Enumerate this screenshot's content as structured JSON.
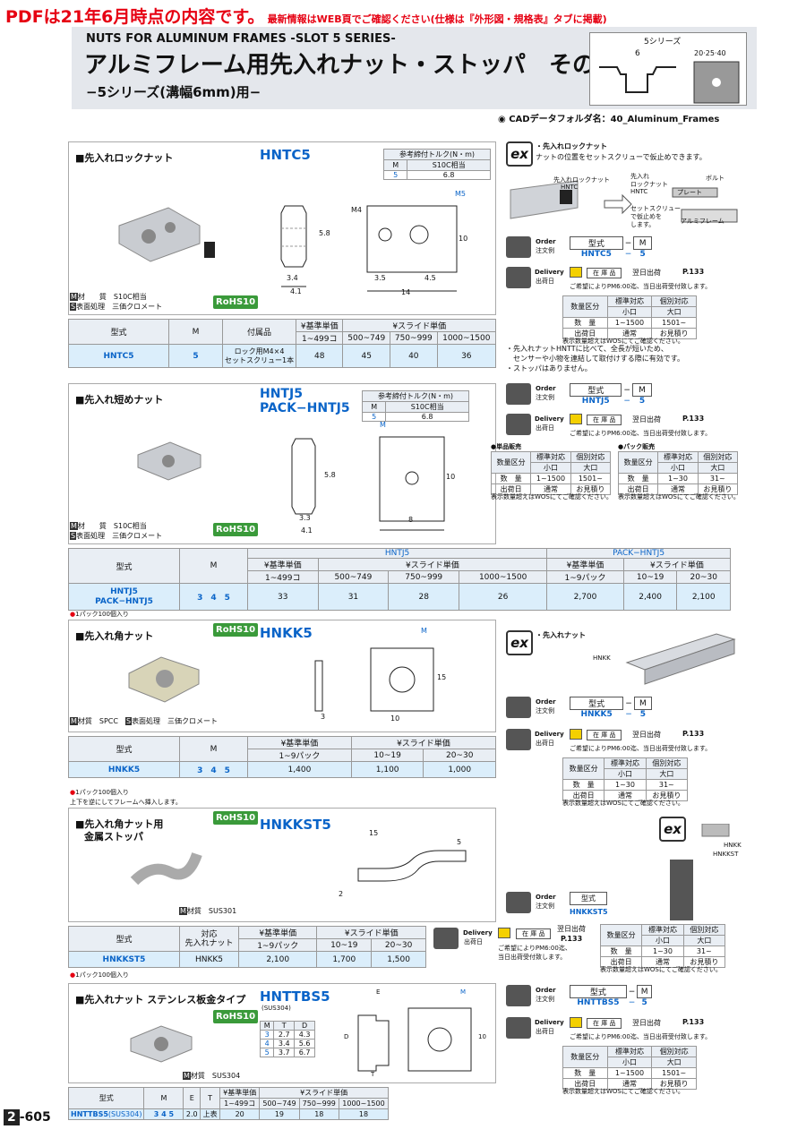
{
  "notice": {
    "main": "PDFは21年6月時点の内容です。",
    "sub": "最新情報はWEB頁でご確認ください(仕様は『外形図・規格表』タブに掲載)"
  },
  "header": {
    "english": "NUTS FOR ALUMINUM FRAMES -SLOT 5 SERIES-",
    "title": "アルミフレーム用先入れナット・ストッパ　その他",
    "subtitle": "−5シリーズ(溝幅6mm)用−",
    "series_box": {
      "label": "5シリーズ",
      "dim": "6",
      "sizes": "20·25·40"
    }
  },
  "cad": {
    "label": "CADデータフォルダ名：40_Aluminum_Frames"
  },
  "s1": {
    "title": "■先入れロックナット",
    "model": "HNTC5",
    "material": "材　　質　S10C相当",
    "surface": "表面処理　三価クロメート",
    "rohs": "RoHS10",
    "torque": {
      "title": "参考締付トルク(N・m)",
      "h1": "M",
      "h2": "S10C相当",
      "m": "5",
      "v": "6.8"
    },
    "dims": {
      "m4": "M4",
      "m5": "M5",
      "d58": "5.8",
      "d10": "10",
      "d34": "3.4",
      "d41": "4.1",
      "d35": "3.5",
      "d45": "4.5",
      "d14": "14"
    },
    "table": {
      "h_type": "型式",
      "h_m": "M",
      "h_acc": "付属品",
      "h_std": "¥基準単価",
      "h_slide": "¥スライド単価",
      "q1": "1~499コ",
      "q2": "500~749",
      "q3": "750~999",
      "q4": "1000~1500",
      "type": "HNTC5",
      "m": "5",
      "acc1": "ロック用M4×4",
      "acc2": "セットスクリュー1本",
      "p1": "48",
      "p2": "45",
      "p3": "40",
      "p4": "36"
    }
  },
  "s1r": {
    "ex": "ex",
    "ex_title": "・先入れロックナット",
    "ex_desc": "ナットの位置をセットスクリューで仮止めできます。",
    "lbl_nut": "先入れロックナット",
    "lbl_hntc": "HNTC",
    "lbl_nut2": "先入れ",
    "lbl_nut3": "ロックナット",
    "lbl_hntc2": "HNTC",
    "lbl_bolt": "ボルト",
    "lbl_plate": "プレート",
    "lbl_set": "セットスクリュー",
    "lbl_set2": "で仮止めを",
    "lbl_set3": "します。",
    "lbl_frame": "アルミフレーム",
    "order": {
      "label": "Order",
      "label2": "注文例",
      "h1": "型式",
      "h2": "M",
      "v1": "HNTC5",
      "v2": "5"
    },
    "delivery": {
      "label": "Delivery",
      "label2": "出荷日",
      "stock": "在 庫 品",
      "next": "翌日出荷",
      "ref": "P.133",
      "note": "ご希望によりPM6:00迄、当日出荷受付致します。"
    },
    "qty": {
      "h1": "数量区分",
      "h2": "標準対応",
      "h3": "個別対応",
      "h2b": "小口",
      "h3b": "大口",
      "r1": "数　量",
      "r1a": "1~1500",
      "r1b": "1501~",
      "r2": "出荷日",
      "r2a": "通常",
      "r2b": "お見積り",
      "note": "表示数量超えはWOSにてご確認ください。"
    },
    "bullets": [
      "・先入れナットHNTTに比べて、全長が短いため、",
      "　センサーや小物を連結して取付けする際に有効です。",
      "・ストッパはありません。"
    ]
  },
  "s2": {
    "title": "■先入れ短めナット",
    "model1": "HNTJ5",
    "model2": "PACK−HNTJ5",
    "material": "材　　質　S10C相当",
    "surface": "表面処理　三価クロメート",
    "rohs": "RoHS10",
    "torque": {
      "title": "参考締付トルク(N・m)",
      "h1": "M",
      "h2": "S10C相当",
      "m": "5",
      "v": "6.8"
    },
    "dims": {
      "m": "M",
      "d58": "5.8",
      "d10": "10",
      "d33": "3.3",
      "d41": "4.1",
      "d8": "8"
    },
    "table": {
      "h_type": "型式",
      "h_m": "M",
      "g1": "HNTJ5",
      "g2": "PACK−HNTJ5",
      "h_std": "¥基準単価",
      "h_slide": "¥スライド単価",
      "q1": "1~499コ",
      "q2": "500~749",
      "q3": "750~999",
      "q4": "1000~1500",
      "q5": "1~9パック",
      "q6": "10~19",
      "q7": "20~30",
      "type1": "HNTJ5",
      "type2": "PACK−HNTJ5",
      "m1": "3",
      "m2": "4",
      "m3": "5",
      "p1": "33",
      "p2": "31",
      "p3": "28",
      "p4": "26",
      "p5": "2,700",
      "p6": "2,400",
      "p7": "2,100"
    },
    "note": "1パック100個入り"
  },
  "s2r": {
    "order": {
      "label": "Order",
      "label2": "注文例",
      "h1": "型式",
      "h2": "M",
      "v1": "HNTJ5",
      "v2": "5"
    },
    "delivery": {
      "label": "Delivery",
      "label2": "出荷日",
      "stock": "在 庫 品",
      "next": "翌日出荷",
      "ref": "P.133",
      "note": "ご希望によりPM6:00迄、当日出荷受付致します。"
    },
    "single": {
      "title": "●単品販売",
      "h1": "数量区分",
      "h2": "標準対応",
      "h3": "個別対応",
      "h2b": "小口",
      "h3b": "大口",
      "r1": "数　量",
      "r1a": "1~1500",
      "r1b": "1501~",
      "r2": "出荷日",
      "r2a": "通常",
      "r2b": "お見積り",
      "note": "表示数量超えはWOSにてご確認ください。"
    },
    "pack": {
      "title": "●パック販売",
      "h1": "数量区分",
      "h2": "標準対応",
      "h3": "個別対応",
      "h2b": "小口",
      "h3b": "大口",
      "r1": "数　量",
      "r1a": "1~30",
      "r1b": "31~",
      "r2": "出荷日",
      "r2a": "通常",
      "r2b": "お見積り",
      "note": "表示数量超えはWOSにてご確認ください。"
    }
  },
  "s3": {
    "title": "■先入れ角ナット",
    "model": "HNKK5",
    "rohs": "RoHS10",
    "material": "材質　SPCC",
    "surface": "表面処理　三価クロメート",
    "dims": {
      "m": "M",
      "d15": "15",
      "d3": "3",
      "d10": "10"
    },
    "table": {
      "h_type": "型式",
      "h_m": "M",
      "h_std": "¥基準単価",
      "h_slide": "¥スライド単価",
      "q1": "1~9パック",
      "q2": "10~19",
      "q3": "20~30",
      "type": "HNKK5",
      "m1": "3",
      "m2": "4",
      "m3": "5",
      "p1": "1,400",
      "p2": "1,100",
      "p3": "1,000"
    },
    "note1": "1パック100個入り",
    "note2": "上下を逆にしてフレームへ挿入します。"
  },
  "s3r": {
    "ex": "ex",
    "ex_title": "・先入れナット",
    "lbl": "HNKK",
    "order": {
      "label": "Order",
      "label2": "注文例",
      "h1": "型式",
      "h2": "M",
      "v1": "HNKK5",
      "v2": "5"
    },
    "delivery": {
      "label": "Delivery",
      "label2": "出荷日",
      "stock": "在 庫 品",
      "next": "翌日出荷",
      "ref": "P.133",
      "note": "ご希望によりPM6:00迄、当日出荷受付致します。"
    },
    "qty": {
      "h1": "数量区分",
      "h2": "標準対応",
      "h3": "個別対応",
      "h2b": "小口",
      "h3b": "大口",
      "r1": "数　量",
      "r1a": "1~30",
      "r1b": "31~",
      "r2": "出荷日",
      "r2a": "通常",
      "r2b": "お見積り",
      "note": "表示数量超えはWOSにてご確認ください。"
    }
  },
  "s4": {
    "title1": "■先入れ角ナット用",
    "title2": "金属ストッパ",
    "model": "HNKKST5",
    "rohs": "RoHS10",
    "material": "材質　SUS301",
    "dims": {
      "d15": "15",
      "d5": "5",
      "d2": "2"
    },
    "table": {
      "h_type": "型式",
      "h_nut1": "対応",
      "h_nut2": "先入れナット",
      "h_std": "¥基準単価",
      "h_slide": "¥スライド単価",
      "q1": "1~9パック",
      "q2": "10~19",
      "q3": "20~30",
      "type": "HNKKST5",
      "nut": "HNKK5",
      "p1": "2,100",
      "p2": "1,700",
      "p3": "1,500"
    },
    "note": "1パック100個入り"
  },
  "s4r": {
    "ex": "ex",
    "lbl1": "HNKK",
    "lbl2": "HNKKST",
    "order": {
      "label": "Order",
      "label2": "注文例",
      "h1": "型式",
      "v1": "HNKKST5"
    },
    "delivery": {
      "label": "Delivery",
      "label2": "出荷日",
      "stock": "在 庫 品",
      "next": "翌日出荷",
      "ref": "P.133",
      "note1": "ご希望によりPM6:00迄、",
      "note2": "当日出荷受付致します。"
    },
    "qty": {
      "h1": "数量区分",
      "h2": "標準対応",
      "h3": "個別対応",
      "h2b": "小口",
      "h3b": "大口",
      "r1": "数　量",
      "r1a": "1~30",
      "r1b": "31~",
      "r2": "出荷日",
      "r2a": "通常",
      "r2b": "お見積り",
      "note": "表示数量超えはWOSにてご確認ください。"
    }
  },
  "s5": {
    "title": "■先入れナット ステンレス板金タイプ",
    "model": "HNTTBS5",
    "model_sub": "(SUS304)",
    "rohs": "RoHS10",
    "material": "材質　SUS304",
    "mtd": {
      "h1": "M",
      "h2": "T",
      "h3": "D",
      "rows": [
        [
          "3",
          "2.7",
          "4.3"
        ],
        [
          "4",
          "3.4",
          "5.6"
        ],
        [
          "5",
          "3.7",
          "6.7"
        ]
      ]
    },
    "dims": {
      "e": "E",
      "m": "M",
      "d": "D",
      "t": "T",
      "d10": "10"
    },
    "table": {
      "h_type": "型式",
      "h_m": "M",
      "h_e": "E",
      "h_t": "T",
      "h_std": "¥基準単価",
      "h_slide": "¥スライド単価",
      "q1": "1~499コ",
      "q2": "500~749",
      "q3": "750~999",
      "q4": "1000~1500",
      "type": "HNTTBS5",
      "type_sub": "(SUS304)",
      "m1": "3",
      "m2": "4",
      "m3": "5",
      "e": "2.0",
      "t": "上表",
      "p1": "20",
      "p2": "19",
      "p3": "18",
      "p4": "18"
    }
  },
  "s5r": {
    "order": {
      "label": "Order",
      "label2": "注文例",
      "h1": "型式",
      "h2": "M",
      "v1": "HNTTBS5",
      "v2": "5"
    },
    "delivery": {
      "label": "Delivery",
      "label2": "出荷日",
      "stock": "在 庫 品",
      "next": "翌日出荷",
      "ref": "P.133",
      "note": "ご希望によりPM6:00迄、当日出荷受付致します。"
    },
    "qty": {
      "h1": "数量区分",
      "h2": "標準対応",
      "h3": "個別対応",
      "h2b": "小口",
      "h3b": "大口",
      "r1": "数　量",
      "r1a": "1~1500",
      "r1b": "1501~",
      "r2": "出荷日",
      "r2a": "通常",
      "r2b": "お見積り",
      "note": "表示数量超えはWOSにてご確認ください。"
    }
  },
  "page": {
    "num": "2",
    "suffix": "-605"
  }
}
